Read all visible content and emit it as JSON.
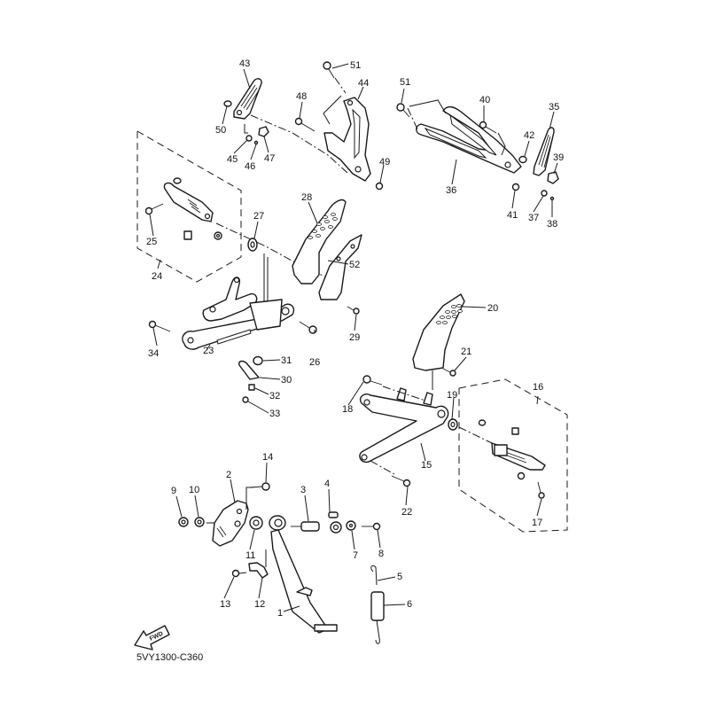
{
  "diagram": {
    "title": "Stand & Footrest exploded parts diagram",
    "code": "5VY1300-C360",
    "fwd_label": "FWD",
    "part_numbers": [
      "1",
      "2",
      "3",
      "4",
      "5",
      "6",
      "7",
      "8",
      "9",
      "10",
      "11",
      "12",
      "13",
      "14",
      "15",
      "16",
      "17",
      "18",
      "19",
      "20",
      "21",
      "22",
      "23",
      "24",
      "25",
      "26",
      "27",
      "28",
      "29",
      "30",
      "31",
      "32",
      "33",
      "34",
      "35",
      "36",
      "37",
      "38",
      "39",
      "40",
      "41",
      "42",
      "43",
      "44",
      "45",
      "46",
      "47",
      "48",
      "49",
      "50",
      "51",
      "52"
    ],
    "groups": {
      "rear_footrest_left": [
        "43",
        "44",
        "45",
        "46",
        "47",
        "48",
        "49",
        "50",
        "51"
      ],
      "rear_footrest_right": [
        "35",
        "36",
        "37",
        "38",
        "39",
        "40",
        "41",
        "42",
        "51"
      ],
      "front_footrest_left_assy": [
        "24",
        "25"
      ],
      "left_bracket": [
        "23",
        "26",
        "27",
        "28",
        "29",
        "30",
        "31",
        "32",
        "33",
        "34",
        "52"
      ],
      "right_bracket": [
        "15",
        "16",
        "17",
        "18",
        "19",
        "20",
        "21",
        "22"
      ],
      "sidestand": [
        "1",
        "2",
        "3",
        "4",
        "5",
        "6",
        "7",
        "8",
        "9",
        "10",
        "11",
        "12",
        "13",
        "14"
      ]
    }
  }
}
